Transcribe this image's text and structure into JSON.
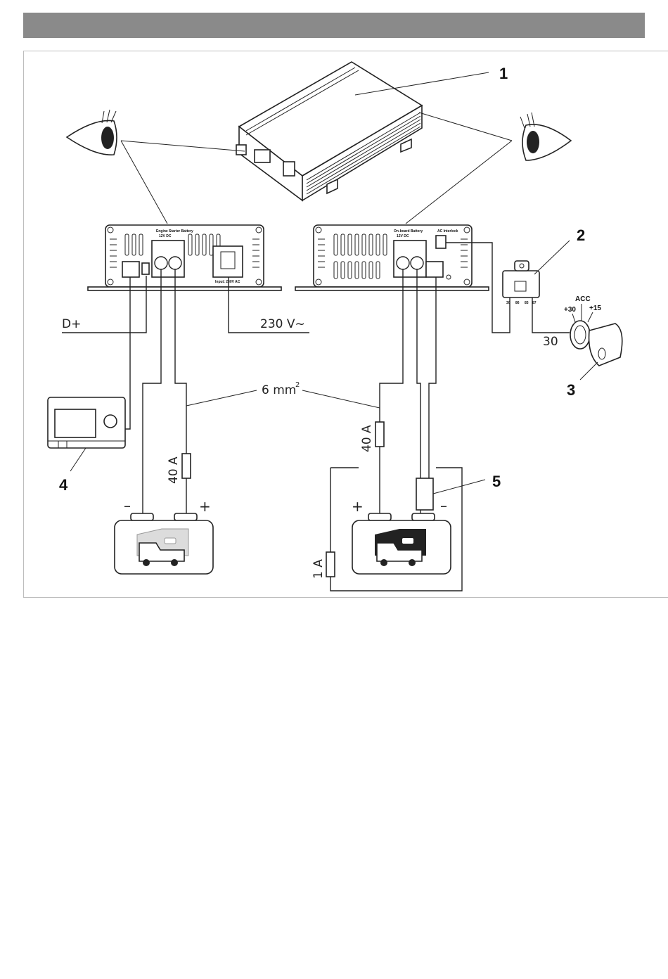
{
  "callouts": [
    "1",
    "2",
    "3",
    "4",
    "5"
  ],
  "labels": {
    "d_plus": "D+",
    "ac_input": "230 V~",
    "cross_section": "6 mm",
    "cross_section_sup": "2",
    "fuse_40a": "40 A",
    "fuse_1a": "1 A",
    "terminal_30": "30",
    "acc": "ACC",
    "plus_30": "+30",
    "plus_15": "+15",
    "plus": "+",
    "minus": "–"
  },
  "device_labels": {
    "engine_battery": "Engine Starter Battery",
    "onboard_battery": "On-board Battery",
    "dc_12v": "12V DC",
    "input_ac": "Input: 230V AC",
    "ac_interlock": "AC Interlock"
  },
  "relay_pins": [
    "30",
    "86",
    "85",
    "87"
  ]
}
